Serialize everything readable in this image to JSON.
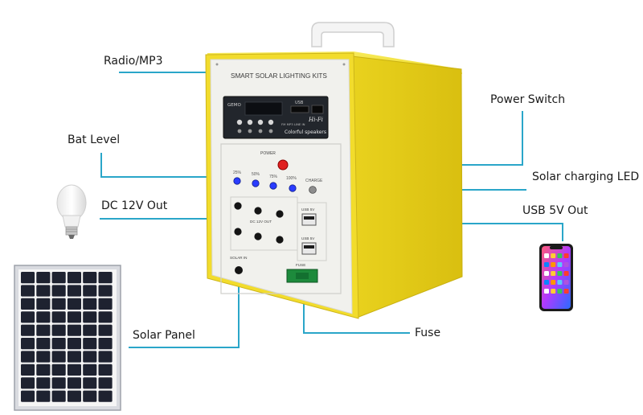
{
  "product": {
    "panel_title": "SMART SOLAR LIGHTING KITS",
    "radio_brand": "GEMO",
    "radio_usb": "USB",
    "radio_hifi": "Hi-Fi",
    "radio_caption": "Colorful speakers",
    "radio_sub": "FM MP3 LINE IN",
    "power_label": "POWER",
    "charge_label": "CHARGE",
    "battery_levels": [
      "25%",
      "50%",
      "75%",
      "100%"
    ],
    "dc_out_label": "DC 12V OUT",
    "usb_label_1": "USB 5V",
    "usb_label_2": "USB 5V",
    "solar_in_label": "SOLAR IN",
    "fuse_label": "FUSE"
  },
  "callouts": {
    "radio": "Radio/MP3",
    "power_switch": "Power Switch",
    "bat_level": "Bat Level",
    "solar_led": "Solar charging LED",
    "dc_out": "DC 12V Out",
    "usb_out": "USB 5V Out",
    "solar_panel": "Solar Panel",
    "fuse": "Fuse"
  },
  "colors": {
    "callout_line": "#2aa6c9",
    "housing_yellow": "#f2dc2c",
    "face_panel": "#f0f0ec",
    "led_blue": "#2a3cff",
    "power_red": "#e02020"
  }
}
